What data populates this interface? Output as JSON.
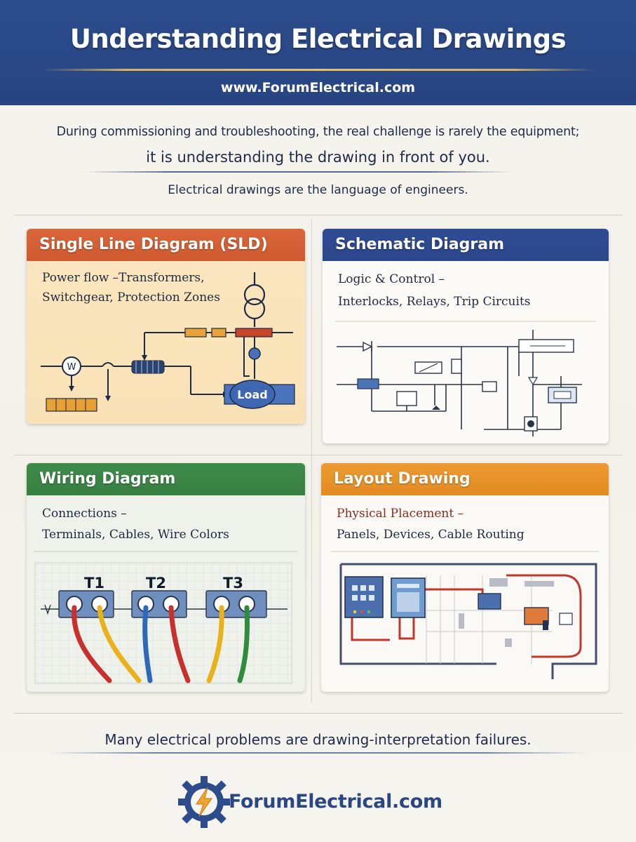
{
  "header": {
    "title": "Understanding Electrical Drawings",
    "url": "www.ForumElectrical.com"
  },
  "intro": {
    "line1": "During commissioning and troubleshooting, the real challenge is rarely the equipment;",
    "line2": "it is understanding the drawing in front of you.",
    "line3": "Electrical drawings are the language of engineers."
  },
  "panels": {
    "sld": {
      "title": "Single Line Diagram (SLD)",
      "sub1": "Power flow –Transformers,",
      "sub2": "Switchgear, Protection Zones",
      "load_label": "Load",
      "meter_label": "W",
      "color": "#d9663a"
    },
    "schematic": {
      "title": "Schematic Diagram",
      "sub1": "Logic & Control –",
      "sub2": "Interlocks, Relays, Trip Circuits",
      "color": "#2f4b92"
    },
    "wiring": {
      "title": "Wiring Diagram",
      "sub1": "Connections –",
      "sub2": "Terminals, Cables, Wire Colors",
      "terminals": [
        "T1",
        "T2",
        "T3"
      ],
      "color": "#3e8c4a"
    },
    "layout": {
      "title": "Layout Drawing",
      "sub1": "Physical Placement –",
      "sub2": "Panels, Devices, Cable Routing",
      "color": "#e38b22"
    }
  },
  "footer": {
    "statement": "Many electrical problems are drawing-interpretation failures.",
    "brand": "ForumElectrical.com"
  }
}
